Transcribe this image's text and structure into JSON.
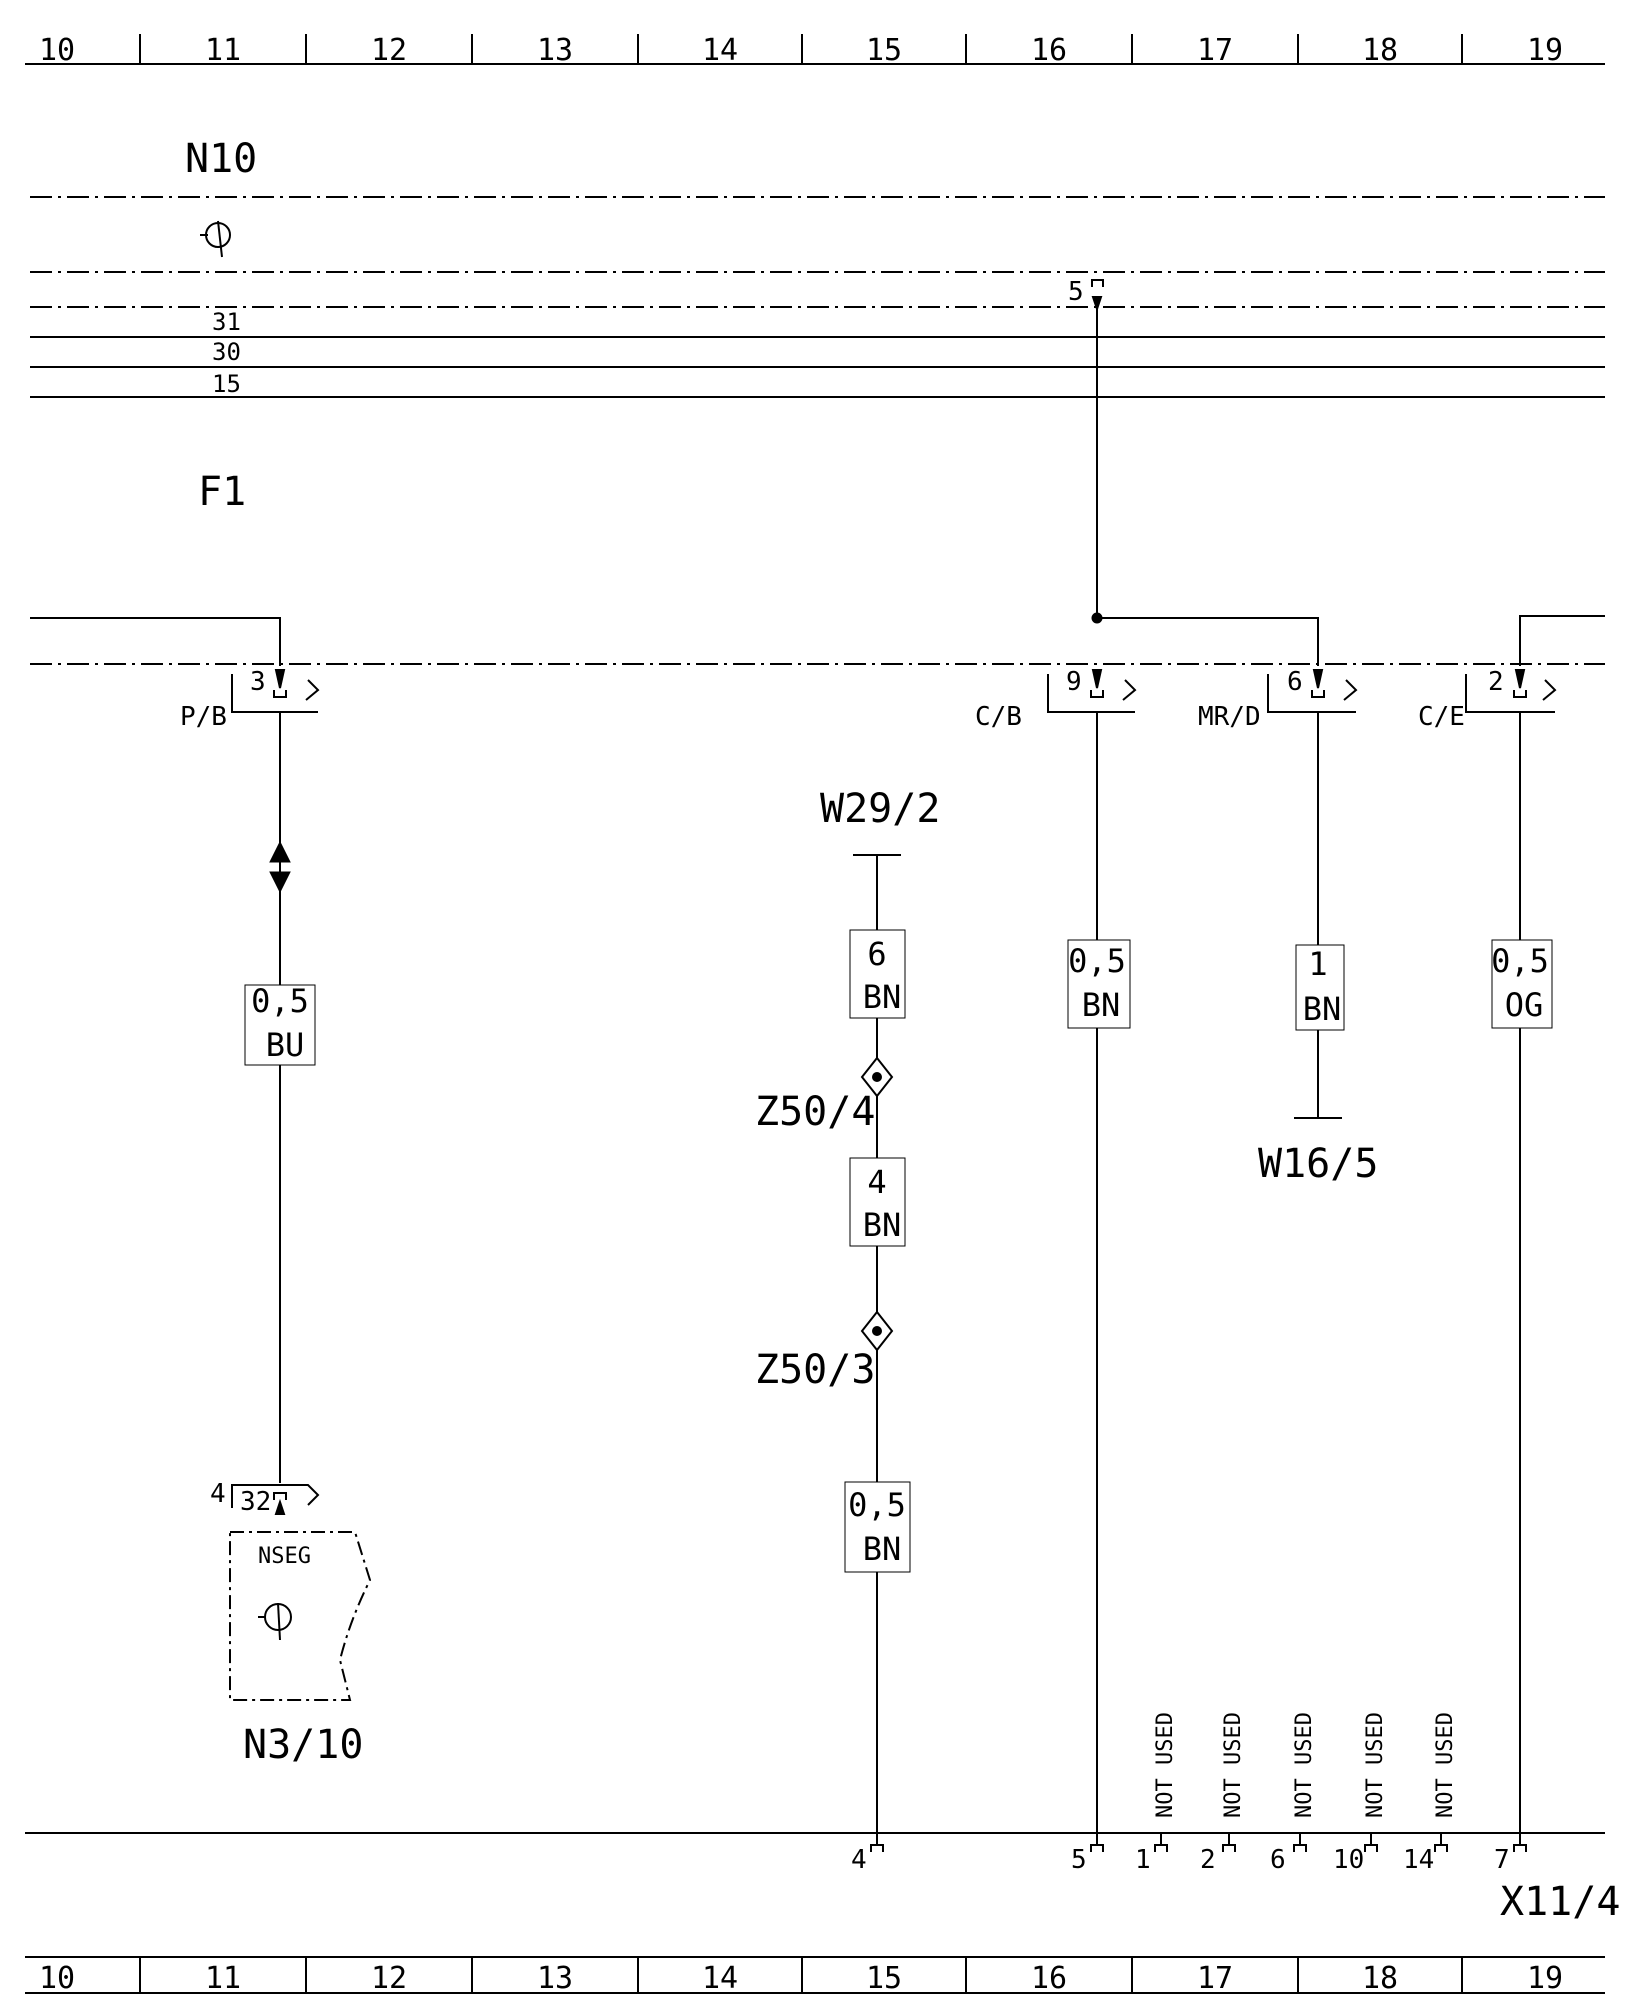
{
  "grid_columns": [
    "10",
    "11",
    "12",
    "13",
    "14",
    "15",
    "16",
    "17",
    "18",
    "19"
  ],
  "components": {
    "n10": "N10",
    "f1": "F1",
    "w29_2": "W29/2",
    "w16_5": "W16/5",
    "z50_4": "Z50/4",
    "z50_3": "Z50/3",
    "n3_10": "N3/10",
    "n3_10_inner": "NSEG",
    "x11_4": "X11/4"
  },
  "bus_lines": [
    "31",
    "30",
    "15"
  ],
  "connectors": {
    "top_pin": "5",
    "pb": {
      "label": "P/B",
      "pin": "3"
    },
    "cb": {
      "label": "C/B",
      "pin": "9"
    },
    "mrd": {
      "label": "MR/D",
      "pin": "6"
    },
    "ce": {
      "label": "C/E",
      "pin": "2"
    },
    "n3_outer_pin": "4",
    "n3_inner_pin": "32"
  },
  "wires": {
    "bu": {
      "size": "0,5",
      "color": "BU"
    },
    "w29_seg1": {
      "size": "6",
      "color": "BN"
    },
    "w29_seg2": {
      "size": "4",
      "color": "BN"
    },
    "w29_seg3": {
      "size": "0,5",
      "color": "BN"
    },
    "cb_wire": {
      "size": "0,5",
      "color": "BN"
    },
    "mrd_wire": {
      "size": "1",
      "color": "BN"
    },
    "ce_wire": {
      "size": "0,5",
      "color": "OG"
    }
  },
  "x11_pins": [
    "4",
    "5",
    "1",
    "2",
    "6",
    "10",
    "14",
    "7"
  ],
  "not_used_label": "NOT USED"
}
